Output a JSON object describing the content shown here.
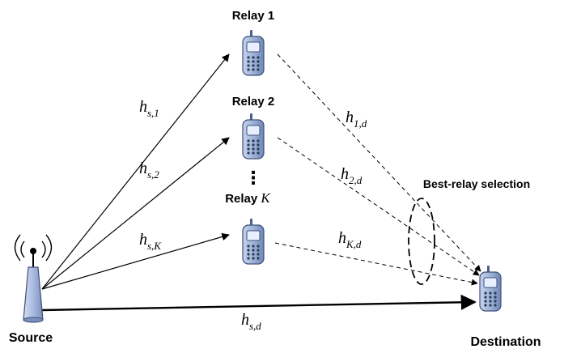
{
  "nodes": {
    "source": "Source",
    "destination": "Destination",
    "relay_1": "Relay 1",
    "relay_2": "Relay 2",
    "relay_k_prefix": "Relay ",
    "relay_k_index": "K",
    "ellipsis": "⋮"
  },
  "annotation": {
    "selection": "Best-relay selection"
  },
  "channels": {
    "hs1": {
      "base": "h",
      "sub": "s,1"
    },
    "hs2": {
      "base": "h",
      "sub": "s,2"
    },
    "hsK": {
      "base": "h",
      "sub": "s,K"
    },
    "hsd": {
      "base": "h",
      "sub": "s,d"
    },
    "h1d": {
      "base": "h",
      "sub": "1,d"
    },
    "h2d": {
      "base": "h",
      "sub": "2,d"
    },
    "hKd": {
      "base": "h",
      "sub": "K,d"
    }
  },
  "icons": {
    "source": "antenna-tower-icon",
    "relay": "mobile-phone-icon",
    "destination": "mobile-phone-icon"
  },
  "colors": {
    "phone_body": "#9fb3d6",
    "phone_screen": "#e8f0ff",
    "tower_body": "#a9bbe0",
    "line": "#000000"
  }
}
